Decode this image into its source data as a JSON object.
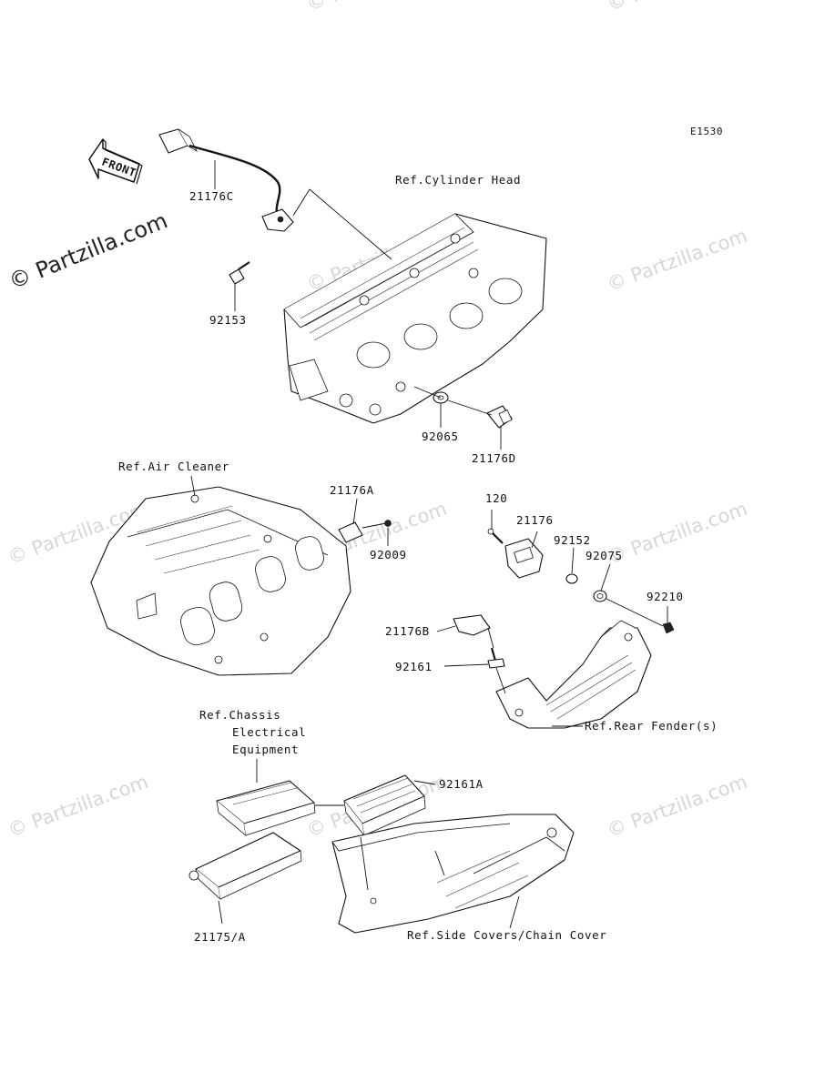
{
  "diagram_code": "E1530",
  "front_label": "FRONT",
  "watermark_main": "© Partzilla.com",
  "watermark_faint": "© Partzilla.com",
  "callouts": {
    "p21176C": "21176C",
    "p92153": "92153",
    "ref_cylinder_head": "Ref.Cylinder Head",
    "p92065": "92065",
    "p21176D": "21176D",
    "ref_air_cleaner": "Ref.Air Cleaner",
    "p21176A": "21176A",
    "p92009": "92009",
    "p120": "120",
    "p21176": "21176",
    "p92152": "92152",
    "p92075": "92075",
    "p92210": "92210",
    "p21176B": "21176B",
    "p92161": "92161",
    "ref_rear_fender": "Ref.Rear Fender(s)",
    "ref_chassis_1": "Ref.Chassis",
    "ref_chassis_2": "Electrical",
    "ref_chassis_3": "Equipment",
    "p92161A": "92161A",
    "p21175A": "21175/A",
    "ref_side_covers": "Ref.Side Covers/Chain Cover"
  }
}
